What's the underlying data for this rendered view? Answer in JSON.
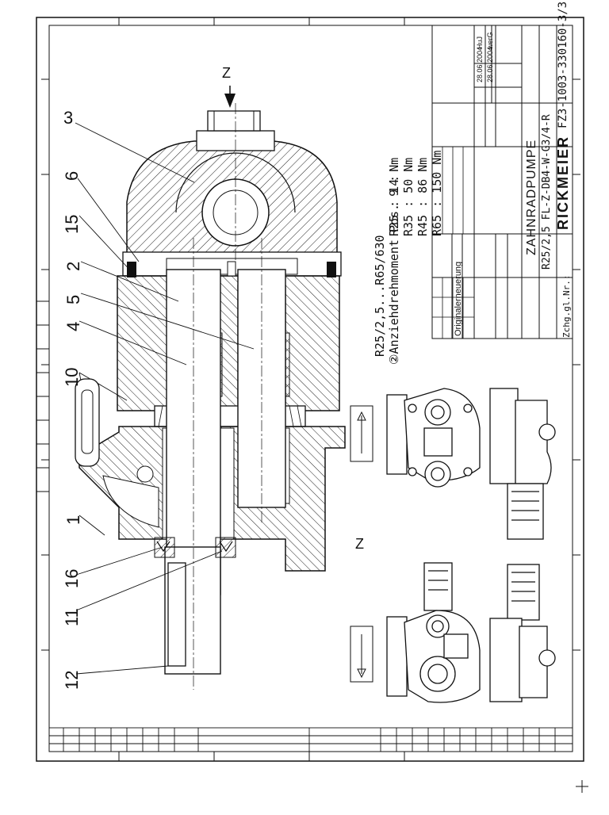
{
  "drawing": {
    "view_label_top": "Z",
    "view_label_side": "Z",
    "balloons": [
      "3",
      "6",
      "15",
      "2",
      "5",
      "4",
      "10",
      "1",
      "16",
      "11",
      "12"
    ],
    "notes": {
      "series": "R25/2,5...R65/630",
      "torque_label": "②Anziehdrehmoment Pos. 9 :",
      "torque_values": [
        "R25 : 14 Nm",
        "R35 : 50 Nm",
        "R45 : 86 Nm",
        "R65 : 150 Nm"
      ]
    }
  },
  "title_block": {
    "company": "RICKMEIER",
    "title": "ZAHNRADPUMPE",
    "type": "R25/2,5 FL-Z-DB4-W-G3/4-R",
    "drawing_number": "FZ3-1003-330160-3/3",
    "date1": "28.06.2004",
    "date2": "28.06.2004",
    "remark": "Originalerneuerung",
    "name1": "HuJ",
    "name2": "werG",
    "zeichg_label": "Zchg.gl.Nr.:"
  }
}
